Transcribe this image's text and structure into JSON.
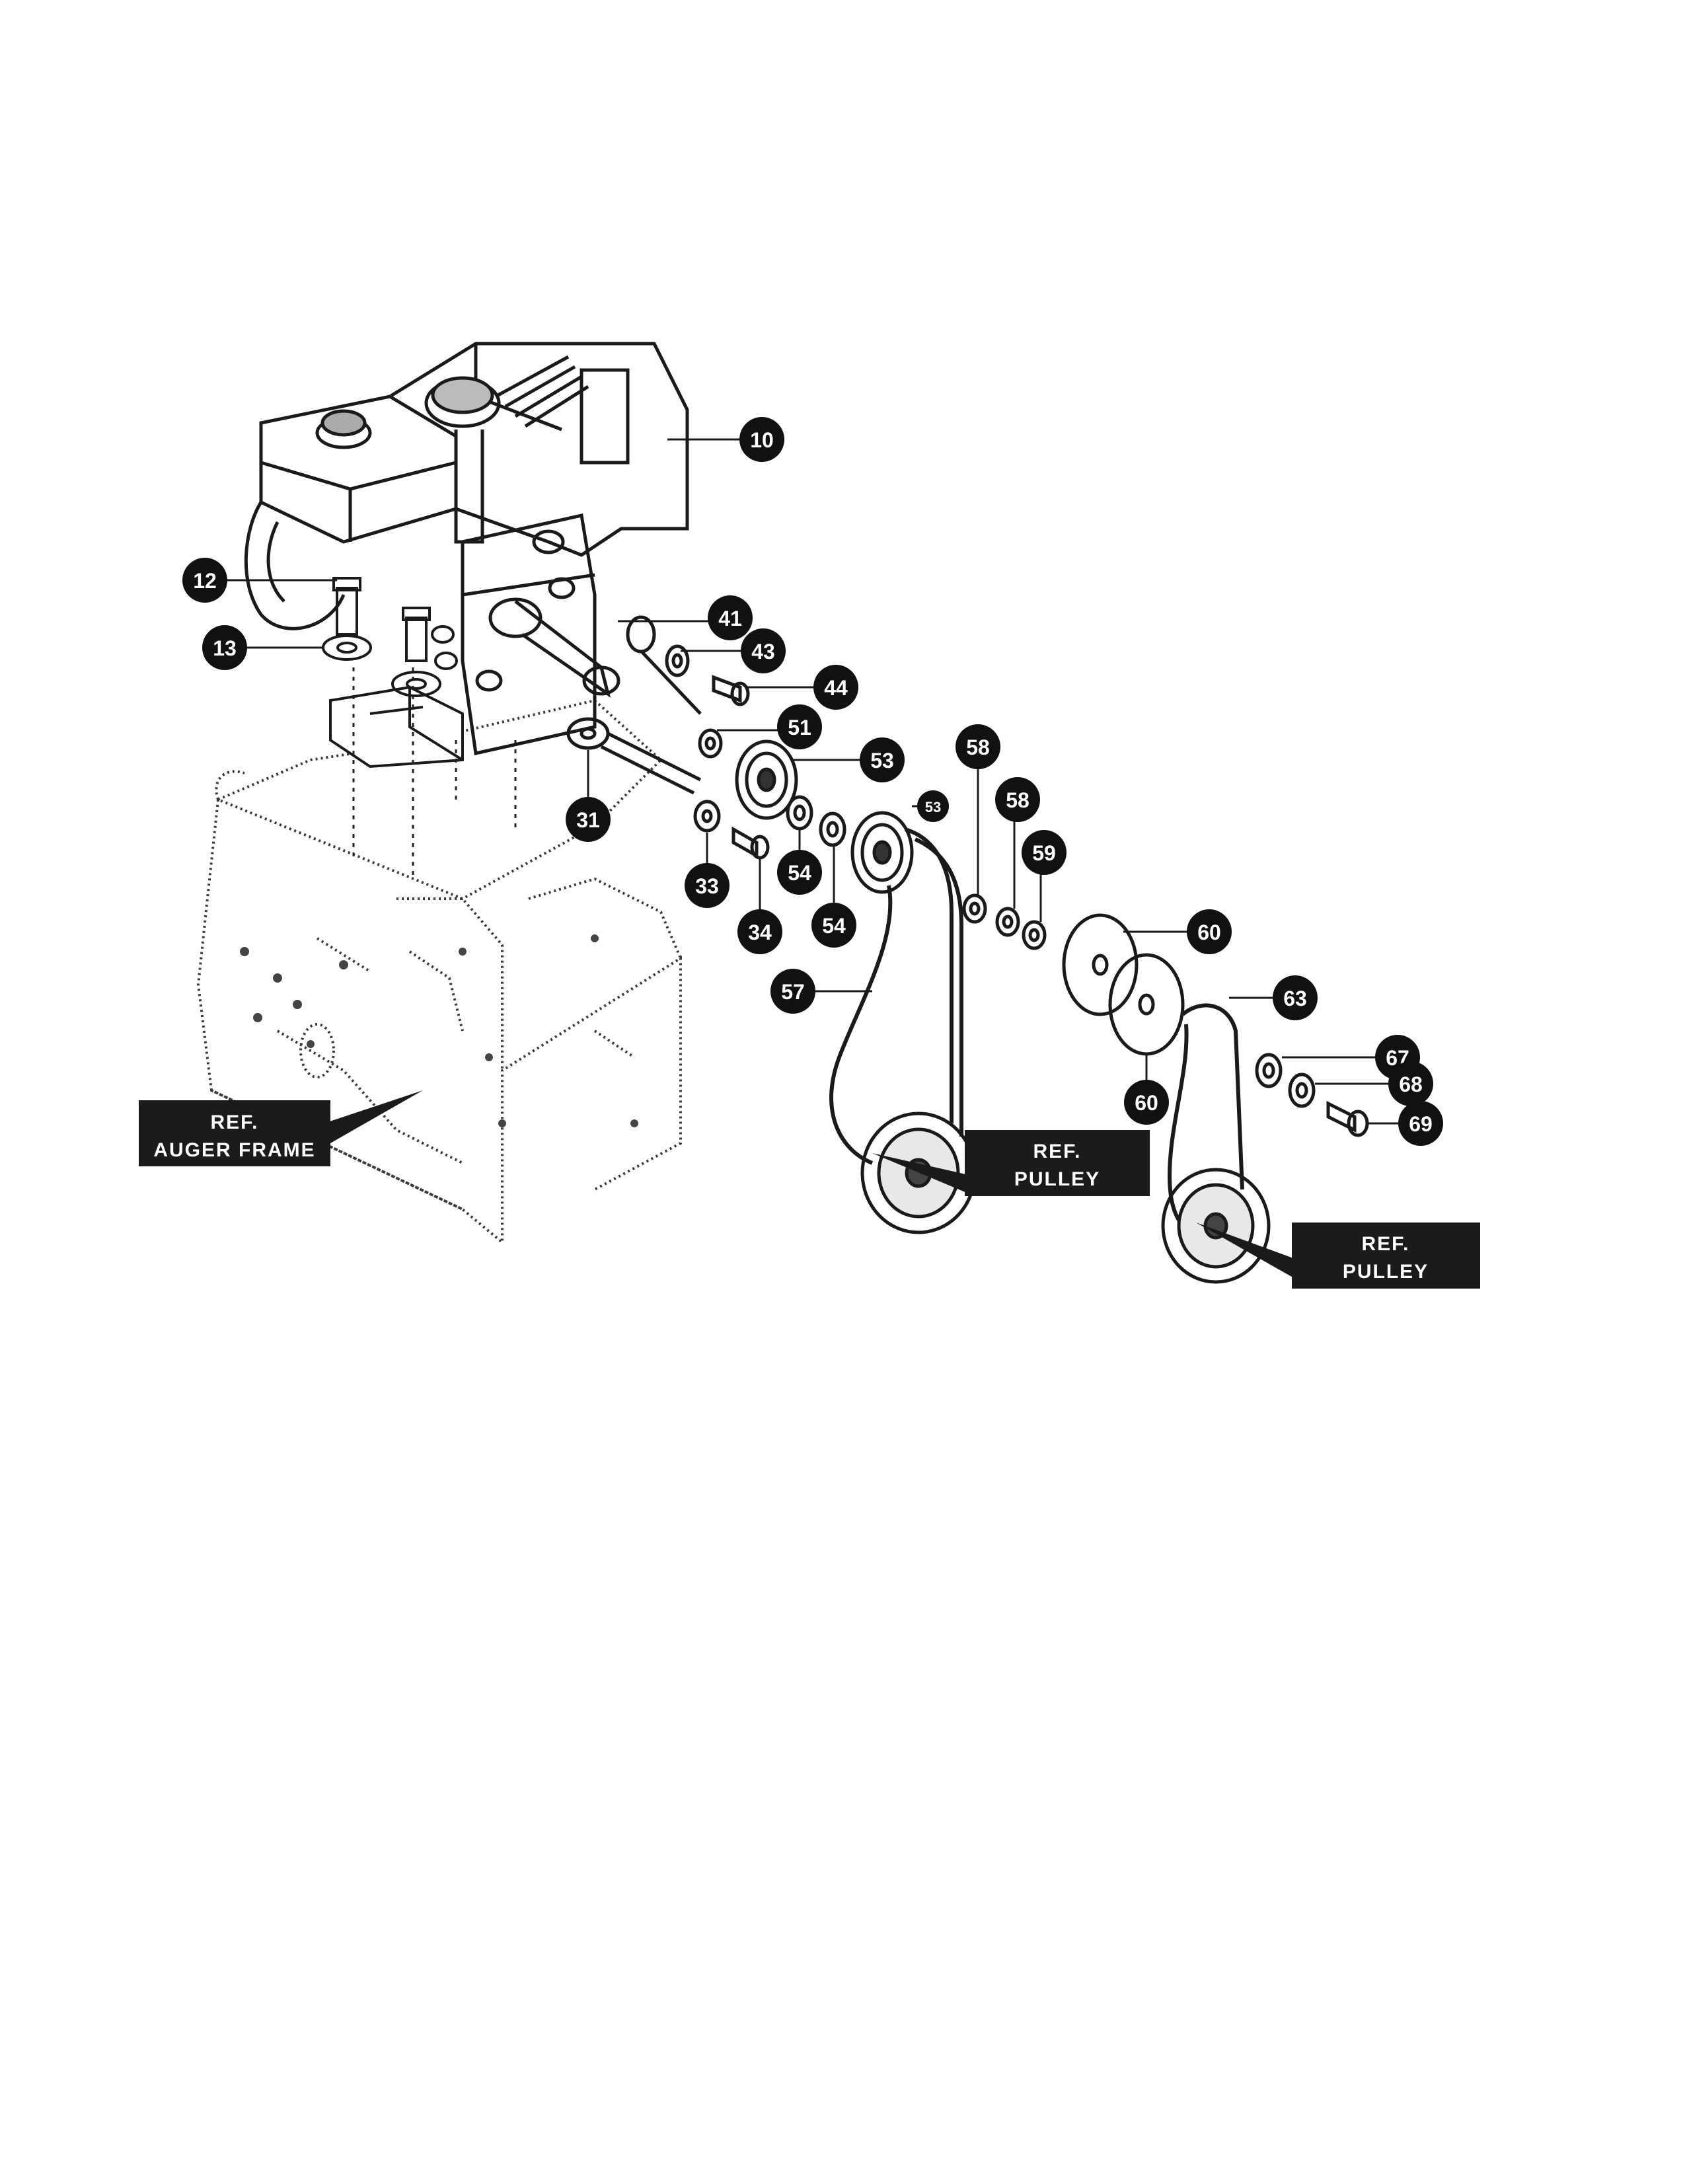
{
  "diagram": {
    "callouts": {
      "c10": "10",
      "c12": "12",
      "c13": "13",
      "c31": "31",
      "c33": "33",
      "c34": "34",
      "c41": "41",
      "c43": "43",
      "c44": "44",
      "c51": "51",
      "c53a": "53",
      "c53b": "53",
      "c54a": "54",
      "c54b": "54",
      "c57": "57",
      "c58a": "58",
      "c58b": "58",
      "c59": "59",
      "c60a": "60",
      "c60b": "60",
      "c63": "63",
      "c67": "67",
      "c68": "68",
      "c69": "69"
    },
    "ref_labels": {
      "auger_frame": {
        "line1": "REF.",
        "line2": "AUGER FRAME"
      },
      "pulley_1": {
        "line1": "REF.",
        "line2": "PULLEY"
      },
      "pulley_2": {
        "line1": "REF.",
        "line2": "PULLEY"
      }
    }
  }
}
